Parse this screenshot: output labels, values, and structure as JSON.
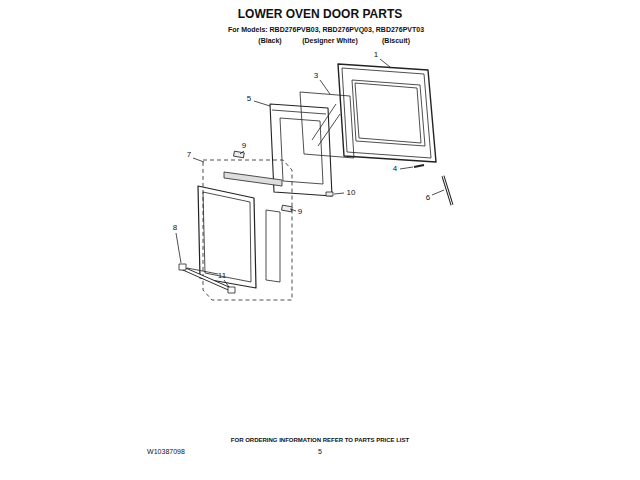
{
  "diagram": {
    "title": "LOWER OVEN DOOR PARTS",
    "labels": [
      "For Models: RBD276PVB03, RBD276PVQ03, RBD276PVT03",
      "(Black)",
      "(Designer White)",
      "(Biscuit)",
      "1",
      "3",
      "5",
      "9",
      "4",
      "10",
      "6",
      "9",
      "7",
      "8",
      "11",
      "FOR ORDERING INFORMATION REFER TO PARTS PRICE LIST",
      "W10387098",
      "5"
    ]
  }
}
